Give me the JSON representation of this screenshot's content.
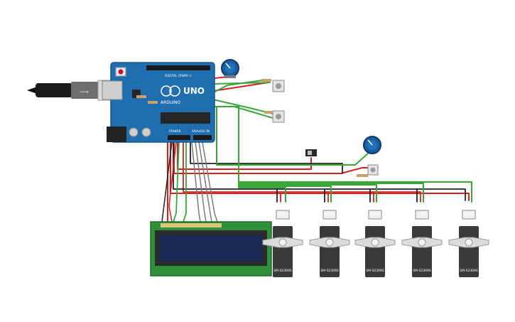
{
  "colors": {
    "board": "#1f6fb0",
    "board_edge": "#17578c",
    "wire_green": "#3aa53a",
    "wire_red": "#d62020",
    "wire_black": "#222222",
    "wire_gray": "#7a7a7a",
    "lcd_pcb": "#2f8f3a",
    "lcd_screen": "#1b2b57",
    "servo_body": "#3a3a3a",
    "pot_knob": "#1a5fa0"
  },
  "arduino": {
    "brand": "UNO",
    "logo": "ARDUINO",
    "digital_header": "DIGITAL (PWM~)",
    "analog_header": "ANALOG IN",
    "power_header": "POWER"
  },
  "servos": [
    {
      "label": "SM-S2309S"
    },
    {
      "label": "SM-S2309S"
    },
    {
      "label": "SM-S2309S"
    },
    {
      "label": "SM-S2309S"
    },
    {
      "label": "SM-S2309S"
    }
  ],
  "icons": {
    "usb": "usb-icon",
    "pot": "potentiometer-icon",
    "button": "pushbutton-icon",
    "switch": "slide-switch-icon"
  }
}
